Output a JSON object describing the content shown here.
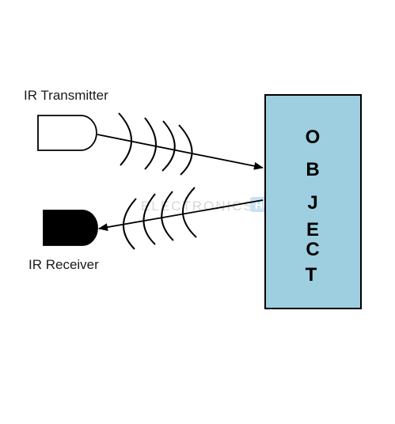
{
  "transmitter": {
    "label": "IR Transmitter"
  },
  "receiver": {
    "label": "IR Receiver"
  },
  "object": {
    "letters": [
      "O",
      "B",
      "J",
      "E",
      "C",
      "T"
    ]
  },
  "watermark": {
    "text": "ELECTRONICS",
    "hub": "HUB"
  },
  "colors": {
    "object_fill": "#9dcfe0",
    "stroke": "#000000",
    "receiver_fill": "#000000",
    "watermark_text": "#d7d7d7",
    "watermark_hub_bg": "#c9e2ef",
    "watermark_hub_text": "#ffffff"
  }
}
